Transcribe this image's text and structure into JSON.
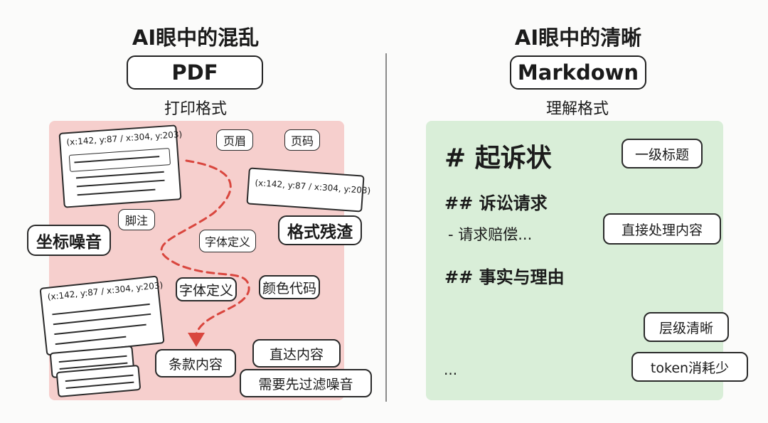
{
  "left": {
    "heading": "AI眼中的混乱",
    "format": "PDF",
    "subtitle": "打印格式",
    "coord_text": "(x:142, y:87 / x:304, y:203)",
    "labels": {
      "header": "页眉",
      "page_number": "页码",
      "footnote": "脚注",
      "font_def": "字体定义",
      "coord_noise": "坐标噪音",
      "format_residue": "格式残渣",
      "color_code": "颜色代码",
      "clause_content": "条款内容",
      "direct_content": "直达内容",
      "filter_noise": "需要先过滤噪音"
    },
    "colors": {
      "panel": "#f6cfcd",
      "arrow": "#d9463e"
    }
  },
  "right": {
    "heading": "AI眼中的清晰",
    "format": "Markdown",
    "subtitle": "理解格式",
    "markdown": {
      "h1": "# 起诉状",
      "h2_claims": "## 诉讼请求",
      "list_item": "- 请求赔偿...",
      "h2_facts": "## 事实与理由",
      "ellipsis": "..."
    },
    "labels": {
      "level1_heading": "一级标题",
      "direct_process": "直接处理内容",
      "clear_hierarchy": "层级清晰",
      "token_saving": "token消耗少"
    },
    "colors": {
      "panel": "#d9eed8",
      "arrow": "#4aa65a"
    }
  }
}
